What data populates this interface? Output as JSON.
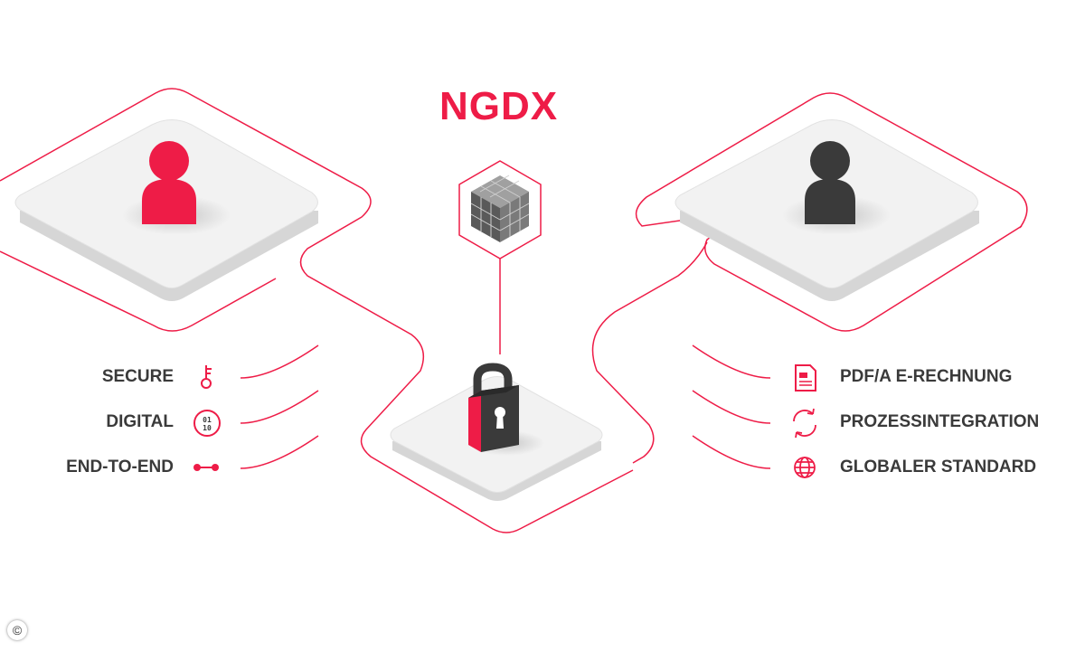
{
  "brand": {
    "name": "NGDX",
    "color": "#ee1c47"
  },
  "features_left": [
    {
      "label": "SECURE",
      "icon": "key-icon"
    },
    {
      "label": "DIGITAL",
      "icon": "binary-icon",
      "icon_text": [
        "01",
        "10"
      ]
    },
    {
      "label": "END-TO-END",
      "icon": "connection-icon"
    }
  ],
  "features_right": [
    {
      "label": "PDF/A E-RECHNUNG",
      "icon": "document-icon"
    },
    {
      "label": "PROZESSINTEGRATION",
      "icon": "sync-icon"
    },
    {
      "label": "GLOBALER STANDARD",
      "icon": "globe-icon"
    }
  ],
  "nodes": {
    "sender": {
      "icon": "user-icon",
      "color": "#ee1c47"
    },
    "receiver": {
      "icon": "user-icon",
      "color": "#3a3a3a"
    },
    "network": {
      "icon": "cube-grid-icon"
    },
    "security": {
      "icon": "padlock-icon"
    }
  },
  "colors": {
    "accent": "#ee1c47",
    "dark": "#3a3a3a",
    "platform": "#eeeeee"
  },
  "footer": {
    "copyright_symbol": "©"
  }
}
